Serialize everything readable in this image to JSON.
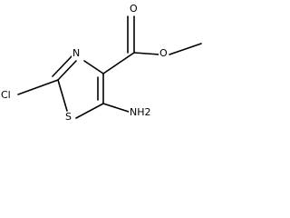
{
  "molecule": {
    "atoms": {
      "carbonyl_oxygen": "O",
      "ring_nitrogen": "N",
      "ester_oxygen": "O",
      "chlorine": "Cl",
      "ring_sulfur": "S",
      "amino_group": "NH2"
    }
  }
}
